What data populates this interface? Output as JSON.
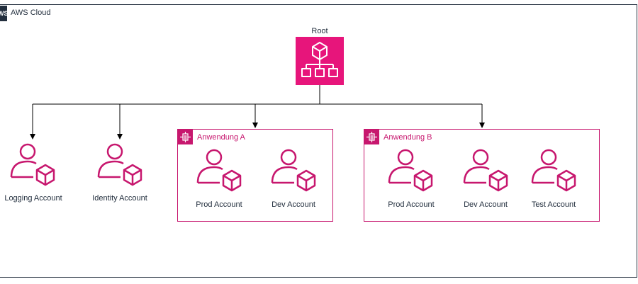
{
  "cloud": {
    "label": "AWS Cloud",
    "logo_text": "WS"
  },
  "root": {
    "label": "Root",
    "icon": "organizations-icon"
  },
  "accounts": [
    {
      "id": "logging",
      "label": "Logging Account",
      "icon": "account-icon"
    },
    {
      "id": "identity",
      "label": "Identity Account",
      "icon": "account-icon"
    }
  ],
  "groups": [
    {
      "id": "anwendung-a",
      "label": "Anwendung A",
      "icon": "organizational-unit-icon",
      "accounts": [
        {
          "label": "Prod Account"
        },
        {
          "label": "Dev Account"
        }
      ]
    },
    {
      "id": "anwendung-b",
      "label": "Anwendung B",
      "icon": "organizational-unit-icon",
      "accounts": [
        {
          "label": "Prod Account"
        },
        {
          "label": "Dev Account"
        },
        {
          "label": "Test Account"
        }
      ]
    }
  ],
  "colors": {
    "accent": "#c7176e",
    "root_fill": "#e7157b",
    "line": "#000000",
    "dark": "#232f3e"
  }
}
